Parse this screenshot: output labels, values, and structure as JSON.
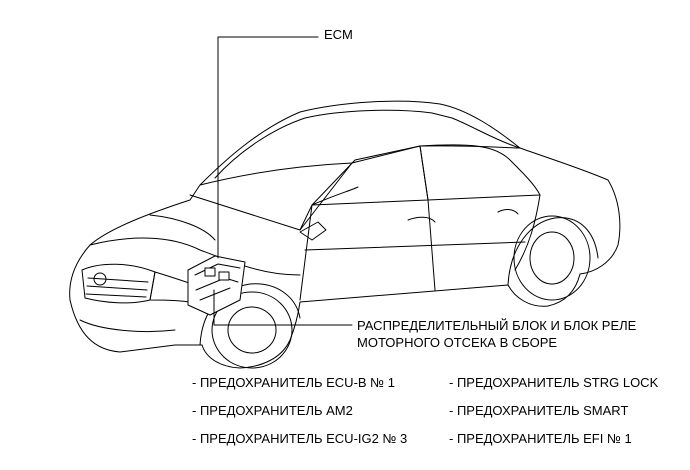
{
  "labels": {
    "ecm": "ECM",
    "relay_block_line1": "РАСПРЕДЕЛИТЕЛЬНЫЙ БЛОК И БЛОК РЕЛЕ",
    "relay_block_line2": "МОТОРНОГО ОТСЕКА В СБОРЕ"
  },
  "fuses": {
    "left": [
      "- ПРЕДОХРАНИТЕЛЬ ECU-B № 1",
      "- ПРЕДОХРАНИТЕЛЬ AM2",
      "- ПРЕДОХРАНИТЕЛЬ ECU-IG2 № 3"
    ],
    "right": [
      "- ПРЕДОХРАНИТЕЛЬ STRG LOCK",
      "- ПРЕДОХРАНИТЕЛЬ SMART",
      "- ПРЕДОХРАНИТЕЛЬ EFI № 1"
    ]
  }
}
